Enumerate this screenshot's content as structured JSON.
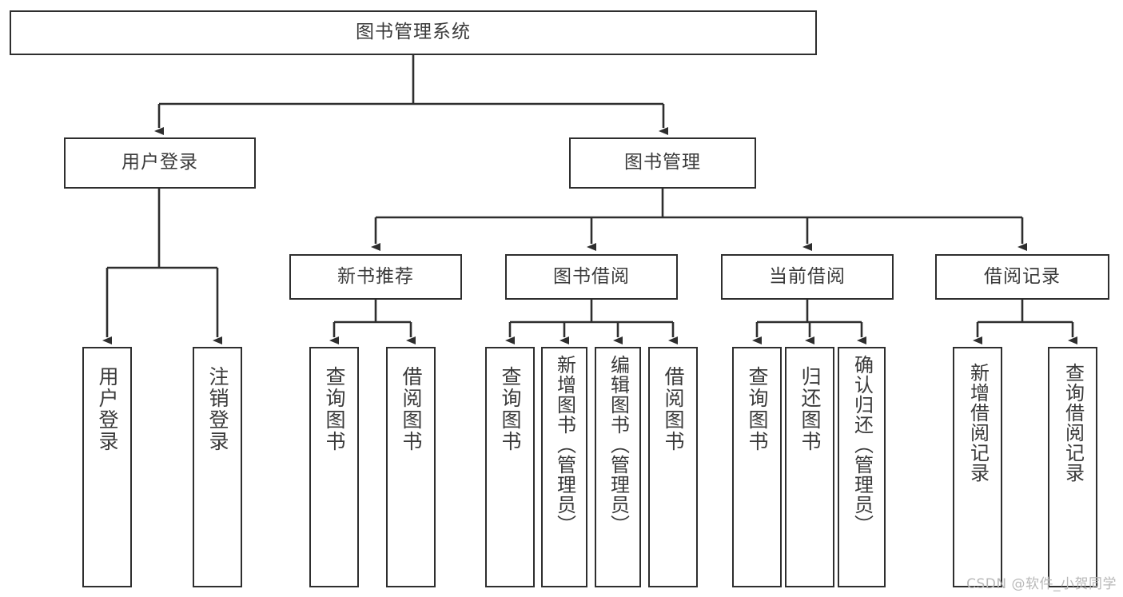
{
  "diagram": {
    "title": "图书管理系统",
    "type": "tree-hierarchy",
    "root": {
      "id": "root",
      "label": "图书管理系统"
    },
    "level1": [
      {
        "id": "user-login",
        "label": "用户登录"
      },
      {
        "id": "book-management",
        "label": "图书管理"
      }
    ],
    "level2": [
      {
        "id": "new-book-recommend",
        "label": "新书推荐",
        "parent": "book-management"
      },
      {
        "id": "book-borrow",
        "label": "图书借阅",
        "parent": "book-management"
      },
      {
        "id": "current-borrow",
        "label": "当前借阅",
        "parent": "book-management"
      },
      {
        "id": "borrow-record",
        "label": "借阅记录",
        "parent": "book-management"
      }
    ],
    "leaves": {
      "user_login": [
        {
          "id": "leaf-user-login",
          "label": "用户登录"
        },
        {
          "id": "leaf-user-logout",
          "label": "注销登录"
        }
      ],
      "new_book_recommend": [
        {
          "id": "leaf-query-book-1",
          "label": "查询图书"
        },
        {
          "id": "leaf-borrow-book-1",
          "label": "借阅图书"
        }
      ],
      "book_borrow": [
        {
          "id": "leaf-query-book-2",
          "label": "查询图书"
        },
        {
          "id": "leaf-add-book",
          "label": "新增图书（管理员）"
        },
        {
          "id": "leaf-edit-book",
          "label": "编辑图书（管理员）"
        },
        {
          "id": "leaf-borrow-book-2",
          "label": "借阅图书"
        }
      ],
      "current_borrow": [
        {
          "id": "leaf-query-book-3",
          "label": "查询图书"
        },
        {
          "id": "leaf-return-book",
          "label": "归还图书"
        },
        {
          "id": "leaf-confirm-return",
          "label": "确认归还（管理员）"
        }
      ],
      "borrow_record": [
        {
          "id": "leaf-add-record",
          "label": "新增借阅记录"
        },
        {
          "id": "leaf-query-record",
          "label": "查询借阅记录"
        }
      ]
    },
    "colors": {
      "stroke": "#2e2e2e",
      "text": "#3a3a3a",
      "background": "#ffffff",
      "watermark": "#b8b8b8"
    }
  },
  "watermark": {
    "text": "CSDN @软件_小贺同学"
  }
}
